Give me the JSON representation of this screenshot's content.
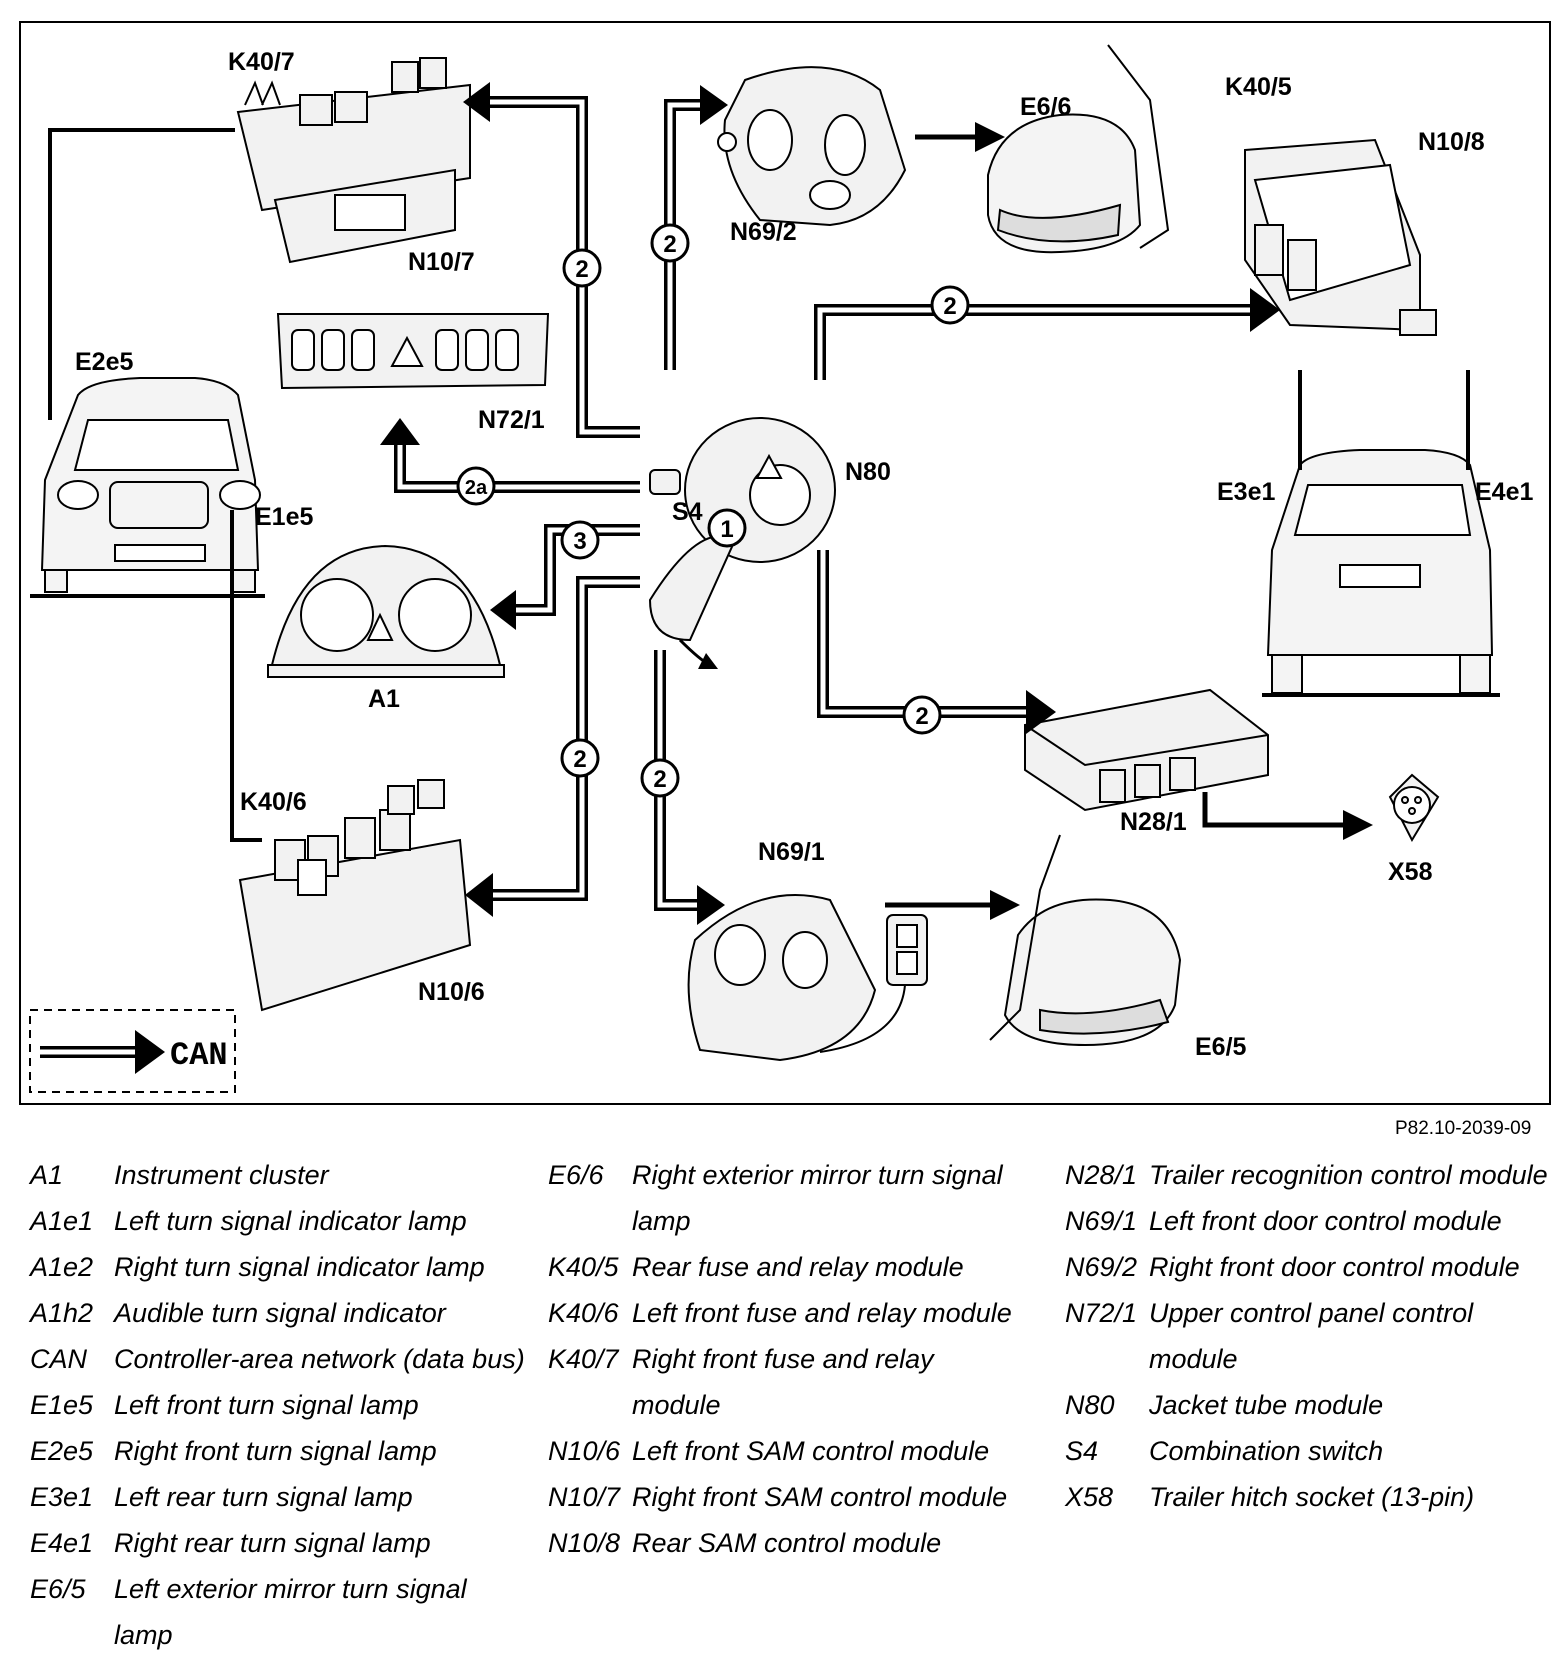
{
  "labels": {
    "k40_7": "K40/7",
    "n10_7": "N10/7",
    "n72_1": "N72/1",
    "e2e5": "E2e5",
    "e1e5": "E1e5",
    "a1": "A1",
    "k40_6": "K40/6",
    "n10_6": "N10/6",
    "can": "CAN",
    "n69_2": "N69/2",
    "e6_6": "E6/6",
    "k40_5": "K40/5",
    "n10_8": "N10/8",
    "e3e1": "E3e1",
    "e4e1": "E4e1",
    "n80": "N80",
    "s4": "S4",
    "n28_1": "N28/1",
    "x58": "X58",
    "n69_1": "N69/1",
    "e6_5": "E6/5"
  },
  "markers": {
    "m1": "1",
    "m2": "2",
    "m2a": "2a",
    "m3": "3"
  },
  "reference": "P82.10-2039-09",
  "legend": {
    "col1": [
      {
        "code": "A1",
        "desc": "Instrument cluster"
      },
      {
        "code": "A1e1",
        "desc": "Left turn signal indicator lamp"
      },
      {
        "code": "A1e2",
        "desc": "Right turn signal indicator lamp"
      },
      {
        "code": "A1h2",
        "desc": "Audible turn signal indicator"
      },
      {
        "code": "CAN",
        "desc": "Controller-area network (data bus)"
      },
      {
        "code": "E1e5",
        "desc": "Left front turn signal lamp"
      },
      {
        "code": "E2e5",
        "desc": "Right front turn signal lamp"
      },
      {
        "code": "E3e1",
        "desc": "Left rear turn signal lamp"
      },
      {
        "code": "E4e1",
        "desc": "Right rear turn signal lamp"
      },
      {
        "code": "E6/5",
        "desc": "Left exterior mirror turn signal lamp"
      }
    ],
    "col2": [
      {
        "code": "E6/6",
        "desc": "Right exterior mirror turn signal lamp"
      },
      {
        "code": "K40/5",
        "desc": "Rear fuse and relay module"
      },
      {
        "code": "K40/6",
        "desc": "Left front fuse and relay module"
      },
      {
        "code": "K40/7",
        "desc": "Right front fuse and relay module"
      },
      {
        "code": "N10/6",
        "desc": "Left front SAM control module"
      },
      {
        "code": "N10/7",
        "desc": "Right front SAM control module"
      },
      {
        "code": "N10/8",
        "desc": "Rear SAM control module"
      }
    ],
    "col3": [
      {
        "code": "N28/1",
        "desc": "Trailer recognition control module"
      },
      {
        "code": "N69/1",
        "desc": "Left front door control module"
      },
      {
        "code": "N69/2",
        "desc": "Right front door control module"
      },
      {
        "code": "N72/1",
        "desc": "Upper control panel control module"
      },
      {
        "code": "N80",
        "desc": "Jacket tube module"
      },
      {
        "code": "S4",
        "desc": "Combination switch"
      },
      {
        "code": "X58",
        "desc": "Trailer hitch socket (13-pin)"
      }
    ]
  }
}
